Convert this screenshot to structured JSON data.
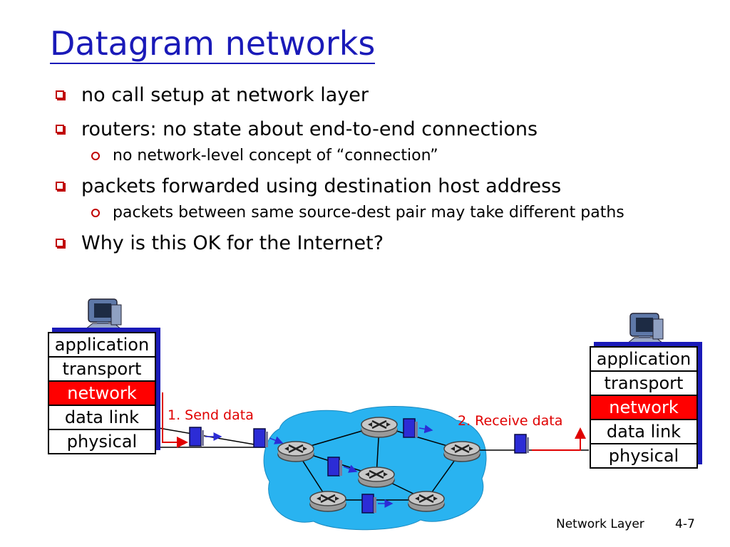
{
  "slide": {
    "title": "Datagram networks",
    "bullets": [
      "no call setup at network layer",
      "routers: no state about end-to-end connections",
      "packets forwarded using destination host address",
      "Why is this OK for the Internet?"
    ],
    "sub_bullets": [
      "no network-level concept of “connection”",
      "packets between same source-dest pair may take different paths"
    ],
    "footer": {
      "title": "Network Layer",
      "page": "4-7"
    }
  },
  "diagram": {
    "left_host": {
      "icon": "computer-icon",
      "layers": [
        "application",
        "transport",
        "network",
        "data link",
        "physical"
      ],
      "active_layer": "network"
    },
    "right_host": {
      "icon": "computer-icon",
      "layers": [
        "application",
        "transport",
        "network",
        "data link",
        "physical"
      ],
      "active_layer": "network"
    },
    "steps": {
      "send": "1. Send data",
      "receive": "2. Receive data"
    },
    "colors": {
      "cloud": "#29b3f0",
      "active_layer": "#ff0000",
      "packet": "#2c2cd6",
      "arrow": "#e00000",
      "title": "#1a1ab8"
    }
  }
}
